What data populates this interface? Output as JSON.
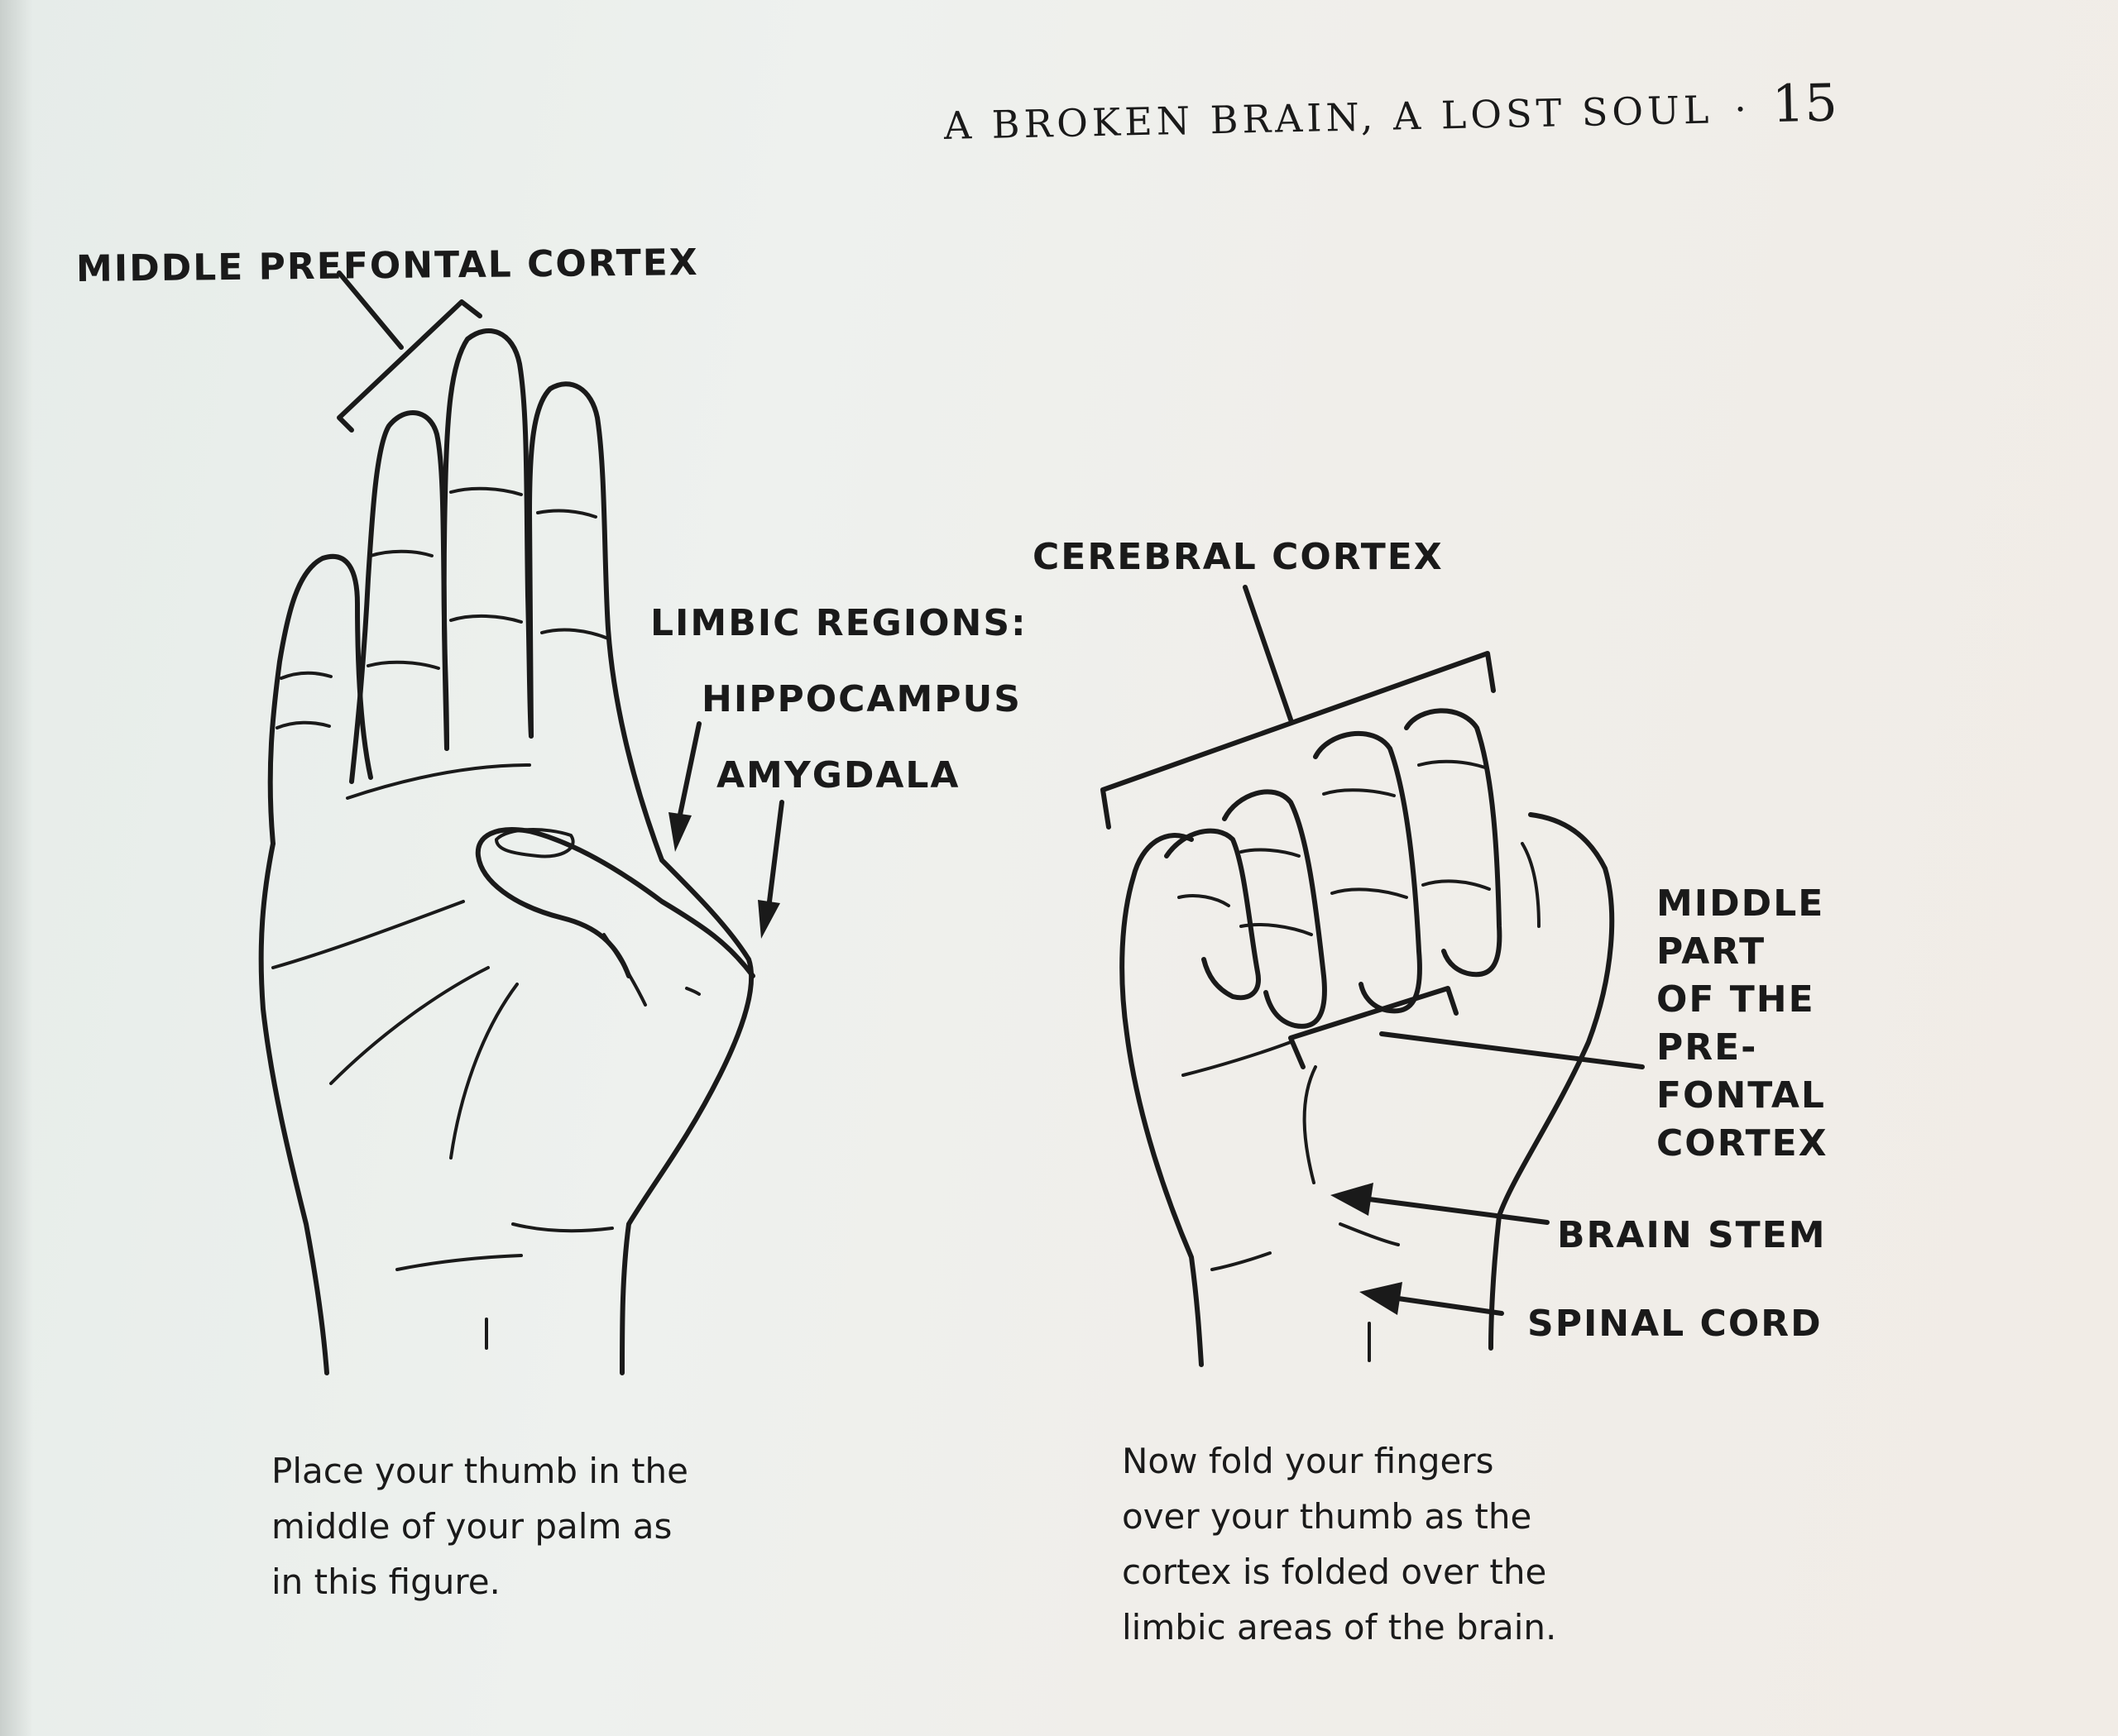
{
  "header": {
    "running_title": "A BROKEN BRAIN, A LOST SOUL",
    "separator": "·",
    "page_number": "15"
  },
  "left_figure": {
    "label_prefrontal": "MIDDLE PREFONTAL CORTEX",
    "label_limbic": "LIMBIC REGIONS:",
    "label_hippocampus": "HIPPOCAMPUS",
    "label_amygdala": "AMYGDALA",
    "caption": "Place your thumb in the\nmiddle of your palm as\nin this figure."
  },
  "right_figure": {
    "label_cerebral": "CEREBRAL CORTEX",
    "label_middle_part": "MIDDLE\nPART\nOF THE\nPRE-\nFONTAL\nCORTEX",
    "label_brain_stem": "BRAIN STEM",
    "label_spinal_cord": "SPINAL CORD",
    "caption": "Now fold your fingers\nover your thumb as the\ncortex is folded over the\nlimbic areas of the brain."
  }
}
